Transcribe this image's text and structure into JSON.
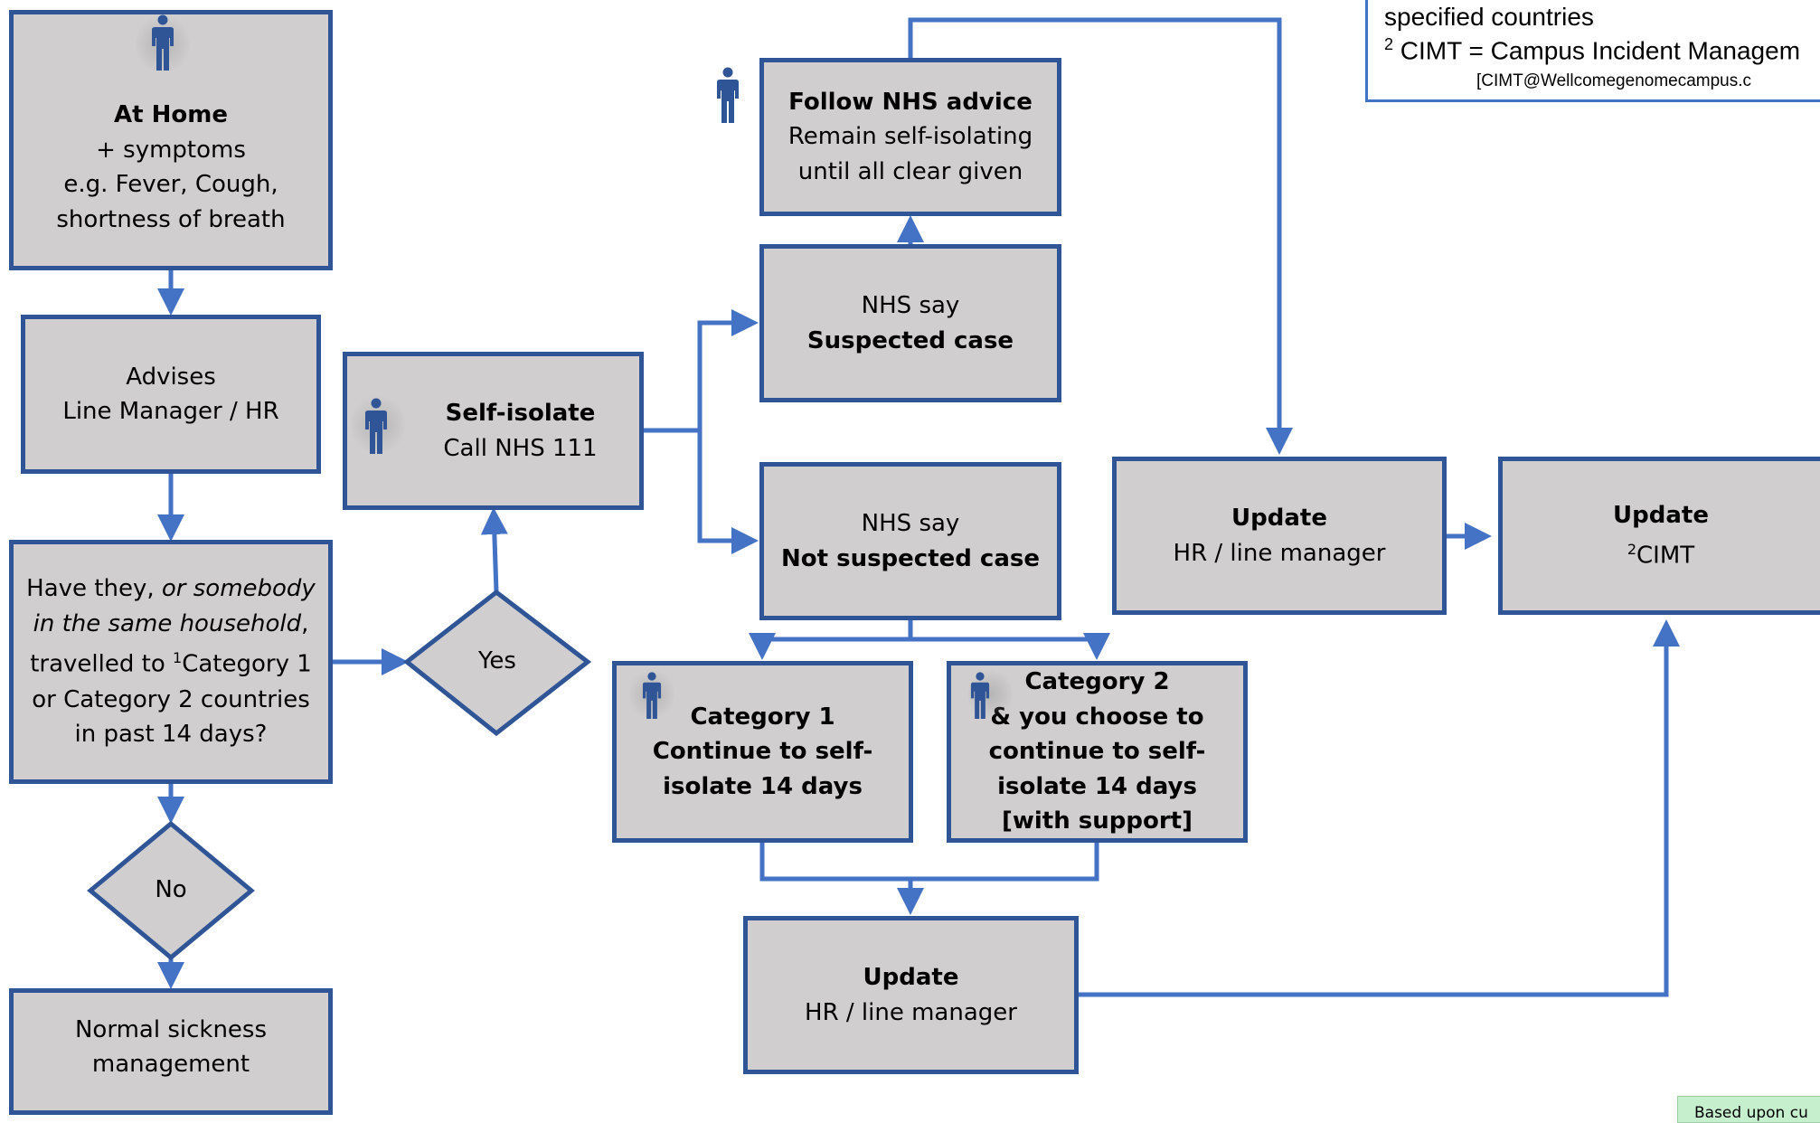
{
  "legend": {
    "line1": "specified countries",
    "line2_sup": "2",
    "line2": " CIMT = Campus Incident Managem",
    "line3": "[CIMT@Wellcomegenomecampus.c"
  },
  "nodes": {
    "at_home": {
      "title": "At Home",
      "line1": "+ symptoms",
      "line2": "e.g. Fever, Cough,",
      "line3": "shortness of breath"
    },
    "advises": {
      "line1": "Advises",
      "line2": "Line Manager / HR"
    },
    "travelled": {
      "line1_pre": "Have they, ",
      "line1_it": "or somebody",
      "line2_it": "in the same household",
      "line2_post": ",",
      "line3_pre": "travelled to ",
      "line3_sup": "1",
      "line3_post": "Category 1",
      "line4": "or Category 2 countries",
      "line5": "in past 14 days?"
    },
    "yes": "Yes",
    "no": "No",
    "normal": {
      "line1": "Normal sickness",
      "line2": "management"
    },
    "self_isolate": {
      "title": "Self-isolate",
      "line1": "Call NHS 111"
    },
    "follow_nhs": {
      "title": "Follow NHS advice",
      "line1": "Remain self-isolating",
      "line2": "until all clear given"
    },
    "suspected": {
      "line1": "NHS say",
      "title": "Suspected case"
    },
    "not_suspected": {
      "line1": "NHS say",
      "title": "Not suspected case"
    },
    "cat1": {
      "line1": "Category 1",
      "line2": "Continue to self-",
      "line3": "isolate 14 days"
    },
    "cat2": {
      "line1": "Category 2",
      "line2": "& you choose to",
      "line3": "continue to self-",
      "line4": "isolate 14 days",
      "line5": "[with support]"
    },
    "update_bottom": {
      "title": "Update",
      "line1": "HR / line manager"
    },
    "update_hr": {
      "title": "Update",
      "line1": "HR / line manager"
    },
    "update_cimt": {
      "title": "Update",
      "sup": "2",
      "line1": "CIMT"
    }
  },
  "footer_note": "Based upon cu",
  "colors": {
    "box_fill": "#d0cece",
    "box_border": "#2f5597",
    "connector": "#4472c4",
    "person_icon": "#2f5597"
  },
  "icons": [
    "person-icon"
  ]
}
